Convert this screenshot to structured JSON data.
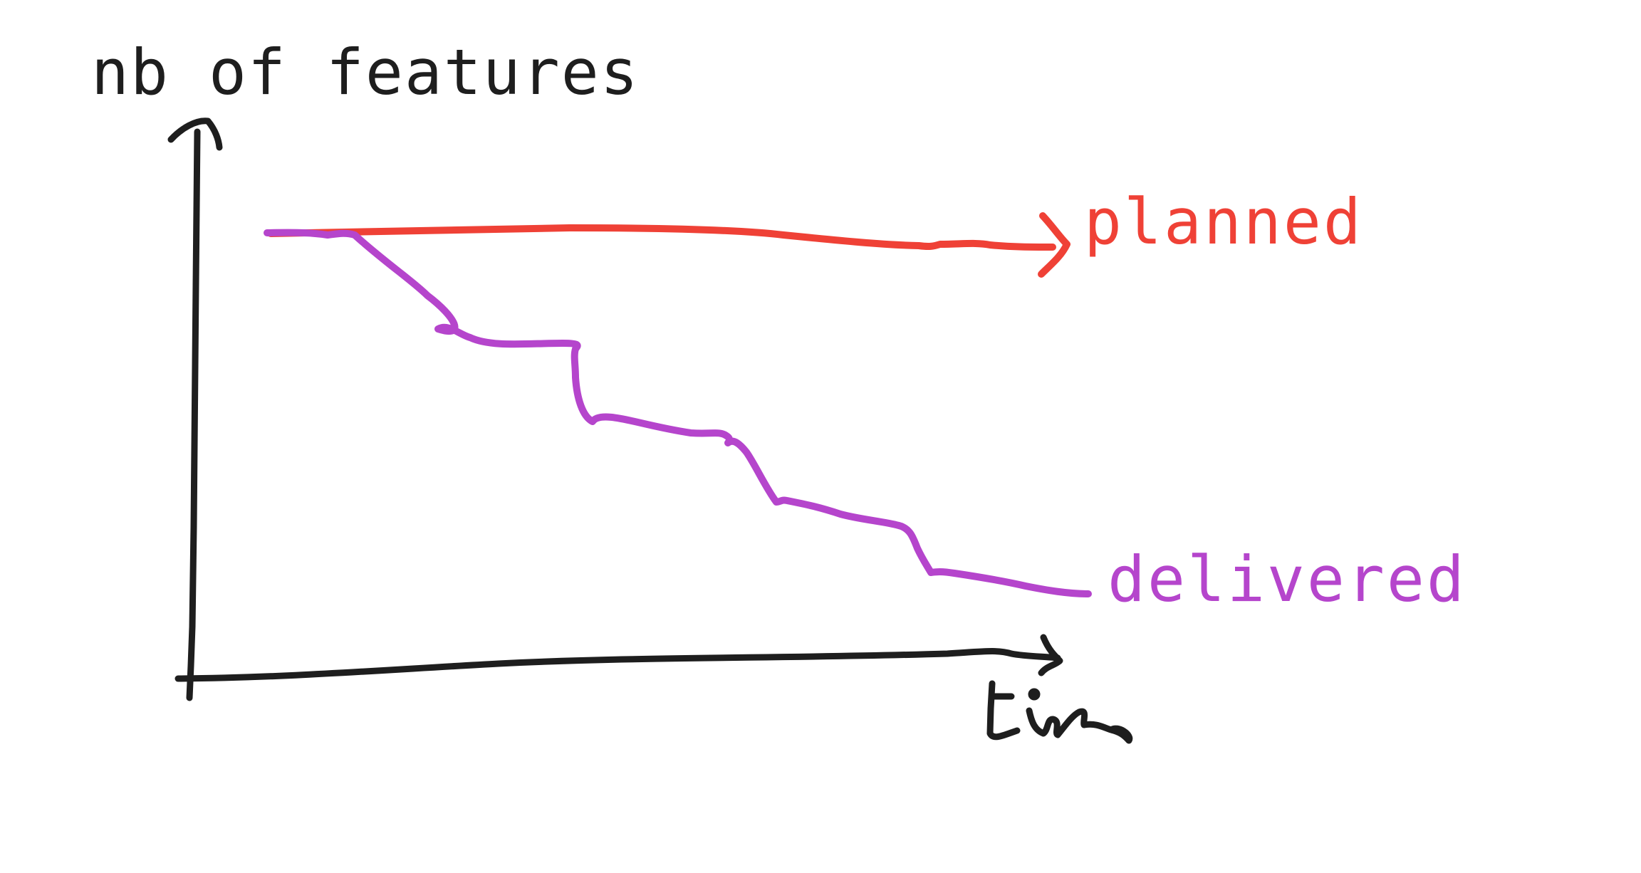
{
  "colors": {
    "axis": "#1e1e1e",
    "planned": "#ef4136",
    "delivered": "#b545cc",
    "background": "#ffffff"
  },
  "labels": {
    "ylabel": "nb of features",
    "xlabel": "time",
    "planned": "planned",
    "delivered": "delivered"
  },
  "chart_data": {
    "type": "line",
    "title": "",
    "xlabel": "time",
    "ylabel": "nb of features",
    "style": "hand-drawn sketch, no ticks, no gridlines",
    "grid": false,
    "legend_position": "inline labels at line ends (right)",
    "x": [
      0,
      1,
      2,
      3,
      4,
      5,
      6,
      7,
      8,
      9,
      10
    ],
    "series": [
      {
        "name": "planned",
        "color": "#ef4136",
        "values": [
          100,
          100,
          100,
          100,
          100,
          100,
          99,
          98,
          97,
          97,
          97
        ],
        "note": "roughly flat line ending in an arrow"
      },
      {
        "name": "delivered",
        "color": "#b545cc",
        "values": [
          100,
          100,
          80,
          72,
          72,
          55,
          51,
          40,
          35,
          26,
          23
        ],
        "note": "stepwise decline, diverging from planned"
      }
    ],
    "annotations": [
      "x-axis label 'time' handwritten",
      "arrowheads on both axes and planned line"
    ]
  }
}
